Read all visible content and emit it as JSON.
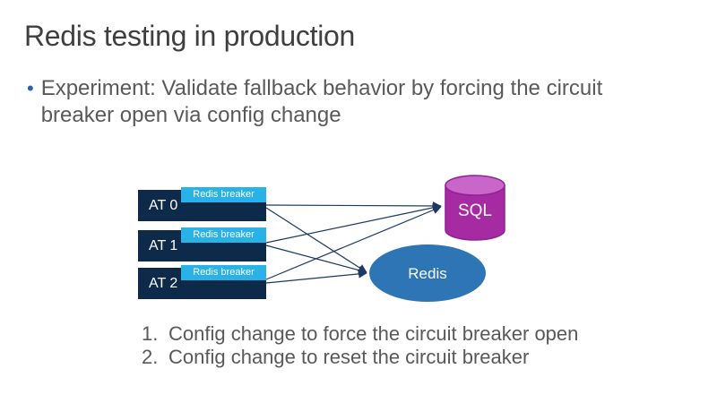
{
  "slide": {
    "title": "Redis testing in production",
    "bullet": {
      "marker": "•",
      "lines": [
        "Experiment: Validate fallback behavior by forcing the circuit",
        "breaker open via config change"
      ]
    },
    "diagram": {
      "at_boxes": [
        {
          "label": "AT 0",
          "badge": "Redis breaker"
        },
        {
          "label": "AT 1",
          "badge": "Redis breaker"
        },
        {
          "label": "AT 2",
          "badge": "Redis breaker"
        }
      ],
      "sql_label": "SQL",
      "redis_label": "Redis"
    },
    "steps": [
      {
        "number": "1.",
        "text": "Config change to force the circuit breaker open"
      },
      {
        "number": "2.",
        "text": "Config change to reset the circuit breaker"
      }
    ],
    "colors": {
      "title_text": "#3f3f3f",
      "body_text": "#595959",
      "bullet_marker": "#2e5f9e",
      "at_box": "#0d2a4a",
      "badge": "#29b2e8",
      "connector": "#1f3864",
      "redis_ellipse": "#2e75b6",
      "sql_body": "#a62aa2",
      "sql_top": "#c966c9",
      "sql_outline": "#8d2290",
      "node_text": "#ffffff"
    }
  }
}
